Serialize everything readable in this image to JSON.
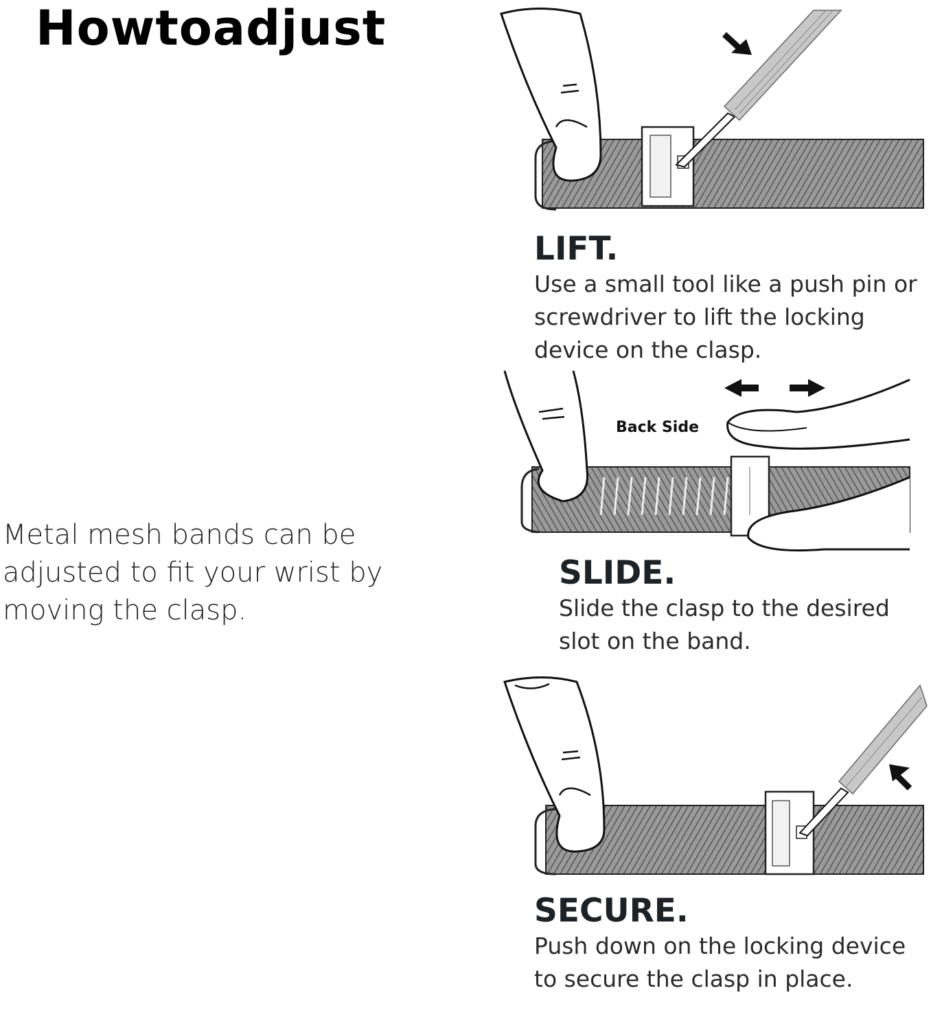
{
  "title": "Howtoadjust",
  "intro": "Metal mesh bands can be adjusted to fit your wrist by moving the clasp.",
  "steps": [
    {
      "title": "LIFT.",
      "description": "Use a small tool like a push pin or screwdriver to lift the locking device on the clasp.",
      "illustration": "finger-lift-clasp-illustration"
    },
    {
      "title": "SLIDE.",
      "description": "Slide the clasp to the desired slot on the band.",
      "illustration": "finger-slide-clasp-illustration",
      "annotation": "Back Side"
    },
    {
      "title": "SECURE.",
      "description": "Push down on the locking device to secure the clasp in place.",
      "illustration": "finger-secure-clasp-illustration"
    }
  ],
  "colors": {
    "band": "#8a8a8a",
    "outline": "#1a1a1a",
    "text": "#222222"
  }
}
